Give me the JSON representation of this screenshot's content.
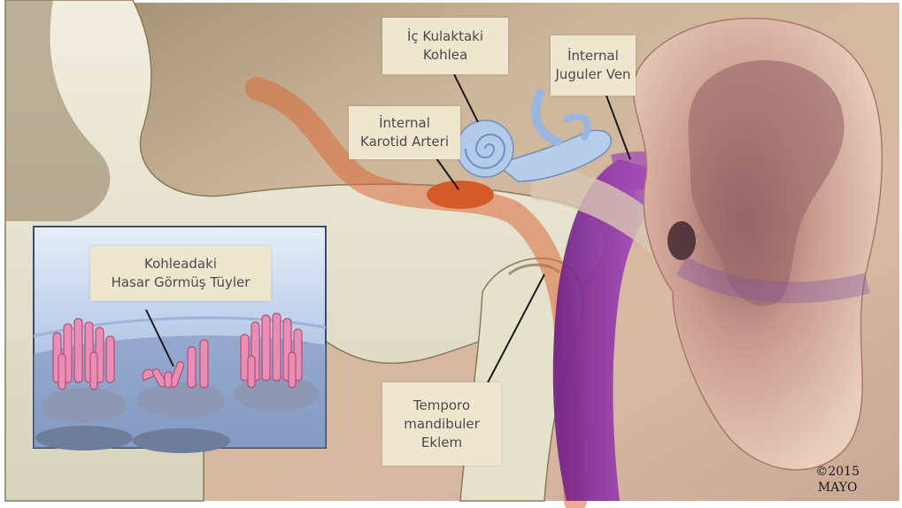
{
  "labels": {
    "cochlea": {
      "line1": "İç Kulaktaki",
      "line2": "Kohlea"
    },
    "vein": {
      "line1": "İnternal",
      "line2": "Juguler Ven"
    },
    "artery": {
      "line1": "İnternal",
      "line2": "Karotid Arteri"
    },
    "damaged_hairs": {
      "line1": "Kohleadaki",
      "line2": "Hasar Görmüş Tüyler"
    },
    "tmj": {
      "line1": "Temporo",
      "line2": "mandibuler",
      "line3": "Eklem"
    }
  },
  "copyright": {
    "year": "©2015",
    "org": "MAYO"
  },
  "colors": {
    "skin_background": "#d8c2a6",
    "bone": "#e8e4d2",
    "artery": "#d86a3a",
    "vein": "#8a2fa0",
    "cochlea": "#a8c4e8",
    "inset_bg": "#b8cce8",
    "hair_cells": "#e890b4",
    "label_box": "#efe6cf"
  }
}
